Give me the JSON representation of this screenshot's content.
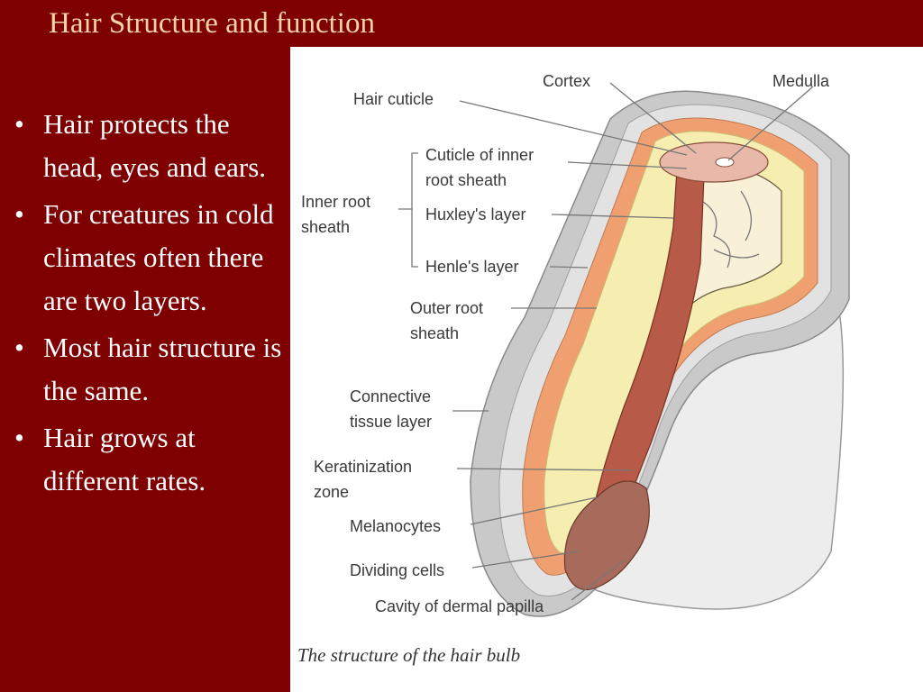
{
  "slide": {
    "title": "Hair Structure and function",
    "bullets": [
      "Hair protects the head, eyes and ears.",
      "For creatures in cold climates often there are two layers.",
      "Most hair structure is the same.",
      "Hair grows at different rates."
    ]
  },
  "figure": {
    "labels": {
      "cortex": "Cortex",
      "medulla": "Medulla",
      "hair_cuticle": "Hair cuticle",
      "cuticle_inner_1": "Cuticle of inner",
      "cuticle_inner_2": "root sheath",
      "inner_root_1": "Inner root",
      "inner_root_2": "sheath",
      "huxley": "Huxley's layer",
      "henle": "Henle's layer",
      "outer_root_1": "Outer root",
      "outer_root_2": "sheath",
      "connective_1": "Connective",
      "connective_2": "tissue layer",
      "keratin_1": "Keratinization",
      "keratin_2": "zone",
      "melanocytes": "Melanocytes",
      "dividing": "Dividing cells",
      "cavity": "Cavity of dermal papilla"
    },
    "caption": "The structure of the hair bulb",
    "colors": {
      "slide_bg": "#7e0000",
      "title": "#f3d4a6",
      "gray_tissue": "#c9c9c9",
      "orange_layer": "#f0a070",
      "yellow_layer": "#f5eeb0",
      "shaft": "#b85a48",
      "papilla": "#a86a5a"
    }
  }
}
